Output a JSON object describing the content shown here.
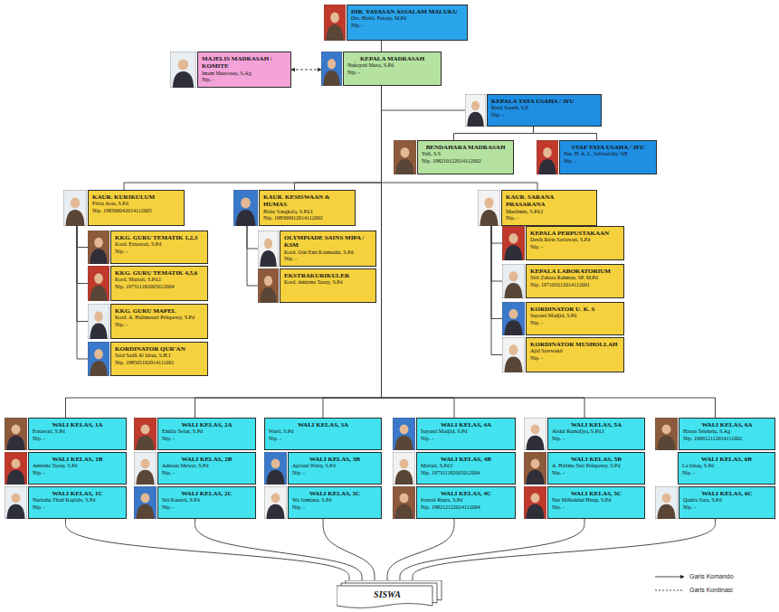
{
  "diagram": {
    "nodes": [
      {
        "text": [
          "DIR. YAYASAN ASSALAM MALUKU",
          "Drs. Hasbi. Fatony, M.Pd",
          "Nip. -"
        ]
      },
      {
        "text": [
          "MAJELIS MADRASAH / KOMITE",
          "Imam Mnerosep, S.Ag",
          "Nip. -"
        ]
      },
      {
        "text": [
          "KEPALA MADRASAH",
          "Nukayati Musa, S.Pd",
          "Nip. -"
        ]
      },
      {
        "text": [
          "KEPALA TATA USAHA / JFU",
          "Rizal Soreth, S.E",
          "Nip. -"
        ]
      },
      {
        "text": [
          "BENDAHARA MADRASAH",
          "Yuli, S.S",
          "Nip. 198210122014112002"
        ]
      },
      {
        "text": [
          "STAF TATA USAHA / JFU",
          "Nur. H. A. L. Sallatalohy, SH",
          "Nip. -"
        ]
      },
      {
        "text": [
          "KAUR. KURIKULUM",
          "Fitria Aras, S.Pd",
          "Nip. 198306042014112005"
        ]
      },
      {
        "text": [
          "KAUR. KESISWAAN & HUMAS",
          "Bidar Sangkala, S.Pd.I",
          "Nip. 198309012014112002"
        ]
      },
      {
        "text": [
          "KAUR. SARANA PRASARANA",
          "Muslimin, S.Pd.I",
          "Nip. -"
        ]
      },
      {
        "text": [
          "KKG. GURU TEMATIK 1,2,3",
          "Kord. Ernawati, S.Pd",
          "Nip. -"
        ]
      },
      {
        "text": [
          "KKG. GURU TEMATIK 4,5,6",
          "Kord. Mariati, S.Pd.I",
          "Nip. 197311182005012004"
        ]
      },
      {
        "text": [
          "KKG. GURU MAPEL",
          "Kord. A. Halimasari Pelupessy, S.Pd",
          "Nip. -"
        ]
      },
      {
        "text": [
          "KORDINATOR QUR'AN",
          "Said Sadli Al Idrus, S.H.I",
          "Nip. 198505162014111001"
        ]
      },
      {
        "text": [
          "OLYMPIADE SAINS MIPA / KSM",
          "Kord. Ode Emi Kaimudin, S.Pd",
          "Nip. -"
        ]
      },
      {
        "text": [
          "EKSTRAKURIKULER",
          "Kord. Amirma Tuasy, S.Pd"
        ]
      },
      {
        "text": [
          "KEPALA PERPUSTAKAAN",
          "Desih Ririn Sariawati, S.Pd",
          "Nip. -"
        ]
      },
      {
        "text": [
          "KEPALA LABORATORIUM",
          "Sitti Zahara Rahman, SP. M.Pd",
          "Nip. 197103212014112001"
        ]
      },
      {
        "text": [
          "KORDINATOR U. K. S",
          "Suyanti Madjid, S.Pd",
          "Nip. -"
        ]
      },
      {
        "text": [
          "KORDINATOR MUSHOLLAH",
          "Ajid Sawwakil",
          "Nip. -"
        ]
      },
      {
        "text": [
          "WALI KELAS, 1A",
          "Ernawati, S.Pd",
          "Nip. -"
        ]
      },
      {
        "text": [
          "WALI KELAS, 2A",
          "Emilia Selan, S.Pd",
          "Nip. -"
        ]
      },
      {
        "text": [
          "WALI KELAS, 3A",
          "Warti, S.Pd",
          "Nip. -"
        ]
      },
      {
        "text": [
          "WALI KELAS, 4A",
          "Suyanti Madjid, S.Pd",
          "Nip. -"
        ]
      },
      {
        "text": [
          "WALI KELAS, 5A",
          "Abdul Rumaliya, S.Pd.I",
          "Nip. -"
        ]
      },
      {
        "text": [
          "WALI KELAS, 6A",
          "Hasan Telehelu, S.Ag",
          "Nip. 196912112014111002"
        ]
      },
      {
        "text": [
          "WALI KELAS, 1B",
          "Amirma Tuasy, S.Pd",
          "Nip. -"
        ]
      },
      {
        "text": [
          "WALI KELAS, 2B",
          "Adnaun Mewar, S.Pd",
          "Nip. -"
        ]
      },
      {
        "text": [
          "WALI KELAS, 3B",
          "Apriani Watty, S.Pd",
          "Nip. -"
        ]
      },
      {
        "text": [
          "WALI KELAS, 4B",
          "Mariati, S.Pd.I",
          "Nip. 197311182005012004"
        ]
      },
      {
        "text": [
          "WALI KELAS, 5B",
          "A. Halima Sari Pelupessy, S.Pd",
          "Nip. -"
        ]
      },
      {
        "text": [
          "WALI KELAS, 6B",
          "La Ishaq, S.Pd",
          "Nip. -"
        ]
      },
      {
        "text": [
          "WALI KELAS, 1C",
          "Nurbaha Thaif Kaplale, S.Pd",
          "Nip. -"
        ]
      },
      {
        "text": [
          "WALI KELAS, 2C",
          "Siti Kusarti, S.Pd",
          "Nip. -"
        ]
      },
      {
        "text": [
          "WALI KELAS, 3C",
          "Wa Jumiana, S.Pd",
          "Nip. -"
        ]
      },
      {
        "text": [
          "WALI KELAS, 4C",
          "Irawati Rusta, S.Pd",
          "Nip. 198212122014112004"
        ]
      },
      {
        "text": [
          "WALI KELAS, 5C",
          "Nur Milhakhul Hinqi, S.Pd",
          "Nip. -"
        ]
      },
      {
        "text": [
          "WALI KELAS, 6C",
          "Qadria Sara, S.Pd",
          "Nip. -"
        ]
      },
      {
        "text": [
          "SISWA"
        ]
      }
    ],
    "edges": [
      {
        "from": 0,
        "to": 2,
        "arrow": "none"
      },
      {
        "from": 1,
        "to": 2,
        "arrow": "both"
      },
      {
        "from": 2,
        "to": 3,
        "arrow": "none"
      },
      {
        "from": 3,
        "to": 4,
        "arrow": "none"
      },
      {
        "from": 3,
        "to": 5,
        "arrow": "none"
      },
      {
        "from": 2,
        "to": 6,
        "arrow": "none"
      },
      {
        "from": 2,
        "to": 7,
        "arrow": "none"
      },
      {
        "from": 2,
        "to": 8,
        "arrow": "none"
      },
      {
        "from": 6,
        "to": 9,
        "arrow": "none"
      },
      {
        "from": 6,
        "to": 10,
        "arrow": "none"
      },
      {
        "from": 6,
        "to": 11,
        "arrow": "none"
      },
      {
        "from": 6,
        "to": 12,
        "arrow": "none"
      },
      {
        "from": 7,
        "to": 13,
        "arrow": "none"
      },
      {
        "from": 7,
        "to": 14,
        "arrow": "none"
      },
      {
        "from": 8,
        "to": 15,
        "arrow": "none"
      },
      {
        "from": 8,
        "to": 16,
        "arrow": "none"
      },
      {
        "from": 8,
        "to": 17,
        "arrow": "none"
      },
      {
        "from": 8,
        "to": 18,
        "arrow": "none"
      },
      {
        "from": 2,
        "to": 19,
        "arrow": "none"
      },
      {
        "from": 2,
        "to": 20,
        "arrow": "none"
      },
      {
        "from": 2,
        "to": 21,
        "arrow": "none"
      },
      {
        "from": 2,
        "to": 22,
        "arrow": "none"
      },
      {
        "from": 2,
        "to": 23,
        "arrow": "none"
      },
      {
        "from": 2,
        "to": 24,
        "arrow": "none"
      },
      {
        "from": 31,
        "to": 37,
        "arrow": "none"
      },
      {
        "from": 32,
        "to": 37,
        "arrow": "none"
      },
      {
        "from": 33,
        "to": 37,
        "arrow": "none"
      },
      {
        "from": 34,
        "to": 37,
        "arrow": "none"
      },
      {
        "from": 35,
        "to": 37,
        "arrow": "none"
      },
      {
        "from": 36,
        "to": 37,
        "arrow": "none"
      }
    ],
    "legend": [
      {
        "text": "Garis Komando"
      },
      {
        "text": "Garis Kordinasi"
      }
    ]
  }
}
